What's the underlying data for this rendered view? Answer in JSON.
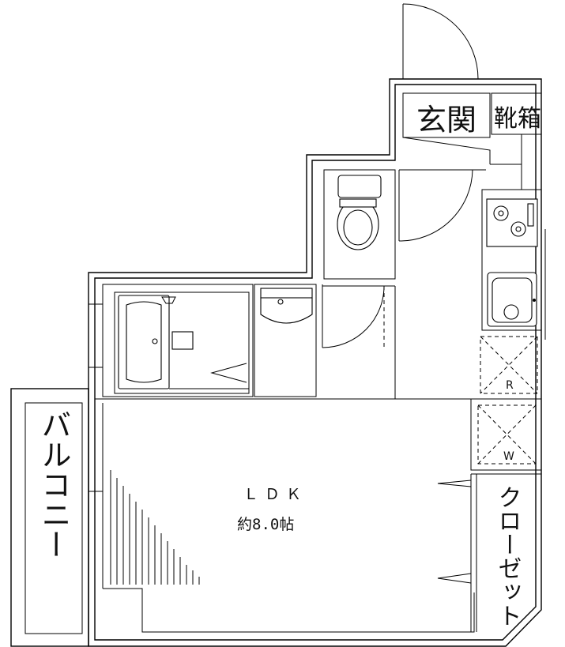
{
  "rooms": {
    "entrance": "玄関",
    "shoe_box": "靴箱",
    "balcony": "バルコニー",
    "ldk": "ＬＤＫ",
    "ldk_area": "約8.0帖",
    "closet": "クローゼット",
    "fridge_mark": "R",
    "washer_mark": "W"
  }
}
